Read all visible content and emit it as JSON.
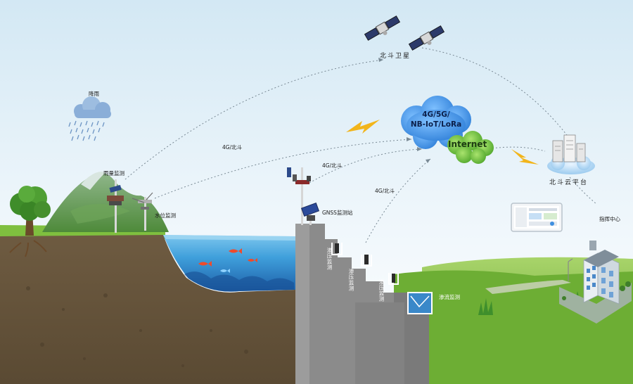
{
  "labels": {
    "rainfall": "降雨",
    "rain_gauge": "雨量监测",
    "water_level": "水位监测",
    "gnss_station": "GNSS监测站",
    "seepage_pressure": "渗压监测",
    "seepage_flow": "渗流监测",
    "command_center": "指挥中心",
    "beidou_satellite": "北斗卫星",
    "beidou_cloud": "北斗云平台",
    "link_4g_beidou": "4G/北斗",
    "network_line1": "4G/5G/",
    "network_line2": "NB-IoT/LoRa",
    "internet": "Internet"
  },
  "colors": {
    "sky_top": "#cfe6f3",
    "sky_bottom": "#f4f9fc",
    "soil": "#6b5a40",
    "water": "#3c9fd9",
    "dam": "#8c8c8c",
    "grass": "#6aa92f",
    "network_cloud": "#3f8fe0",
    "internet_cloud": "#66c23b",
    "lightning": "#f0b21a"
  },
  "icons": [
    "rain-cloud-icon",
    "satellite-icon",
    "server-cloud-icon",
    "monitor-icon",
    "building-icon",
    "tree-icon",
    "fish-icon",
    "lightning-icon",
    "solar-panel-icon",
    "sensor-pole-icon"
  ]
}
